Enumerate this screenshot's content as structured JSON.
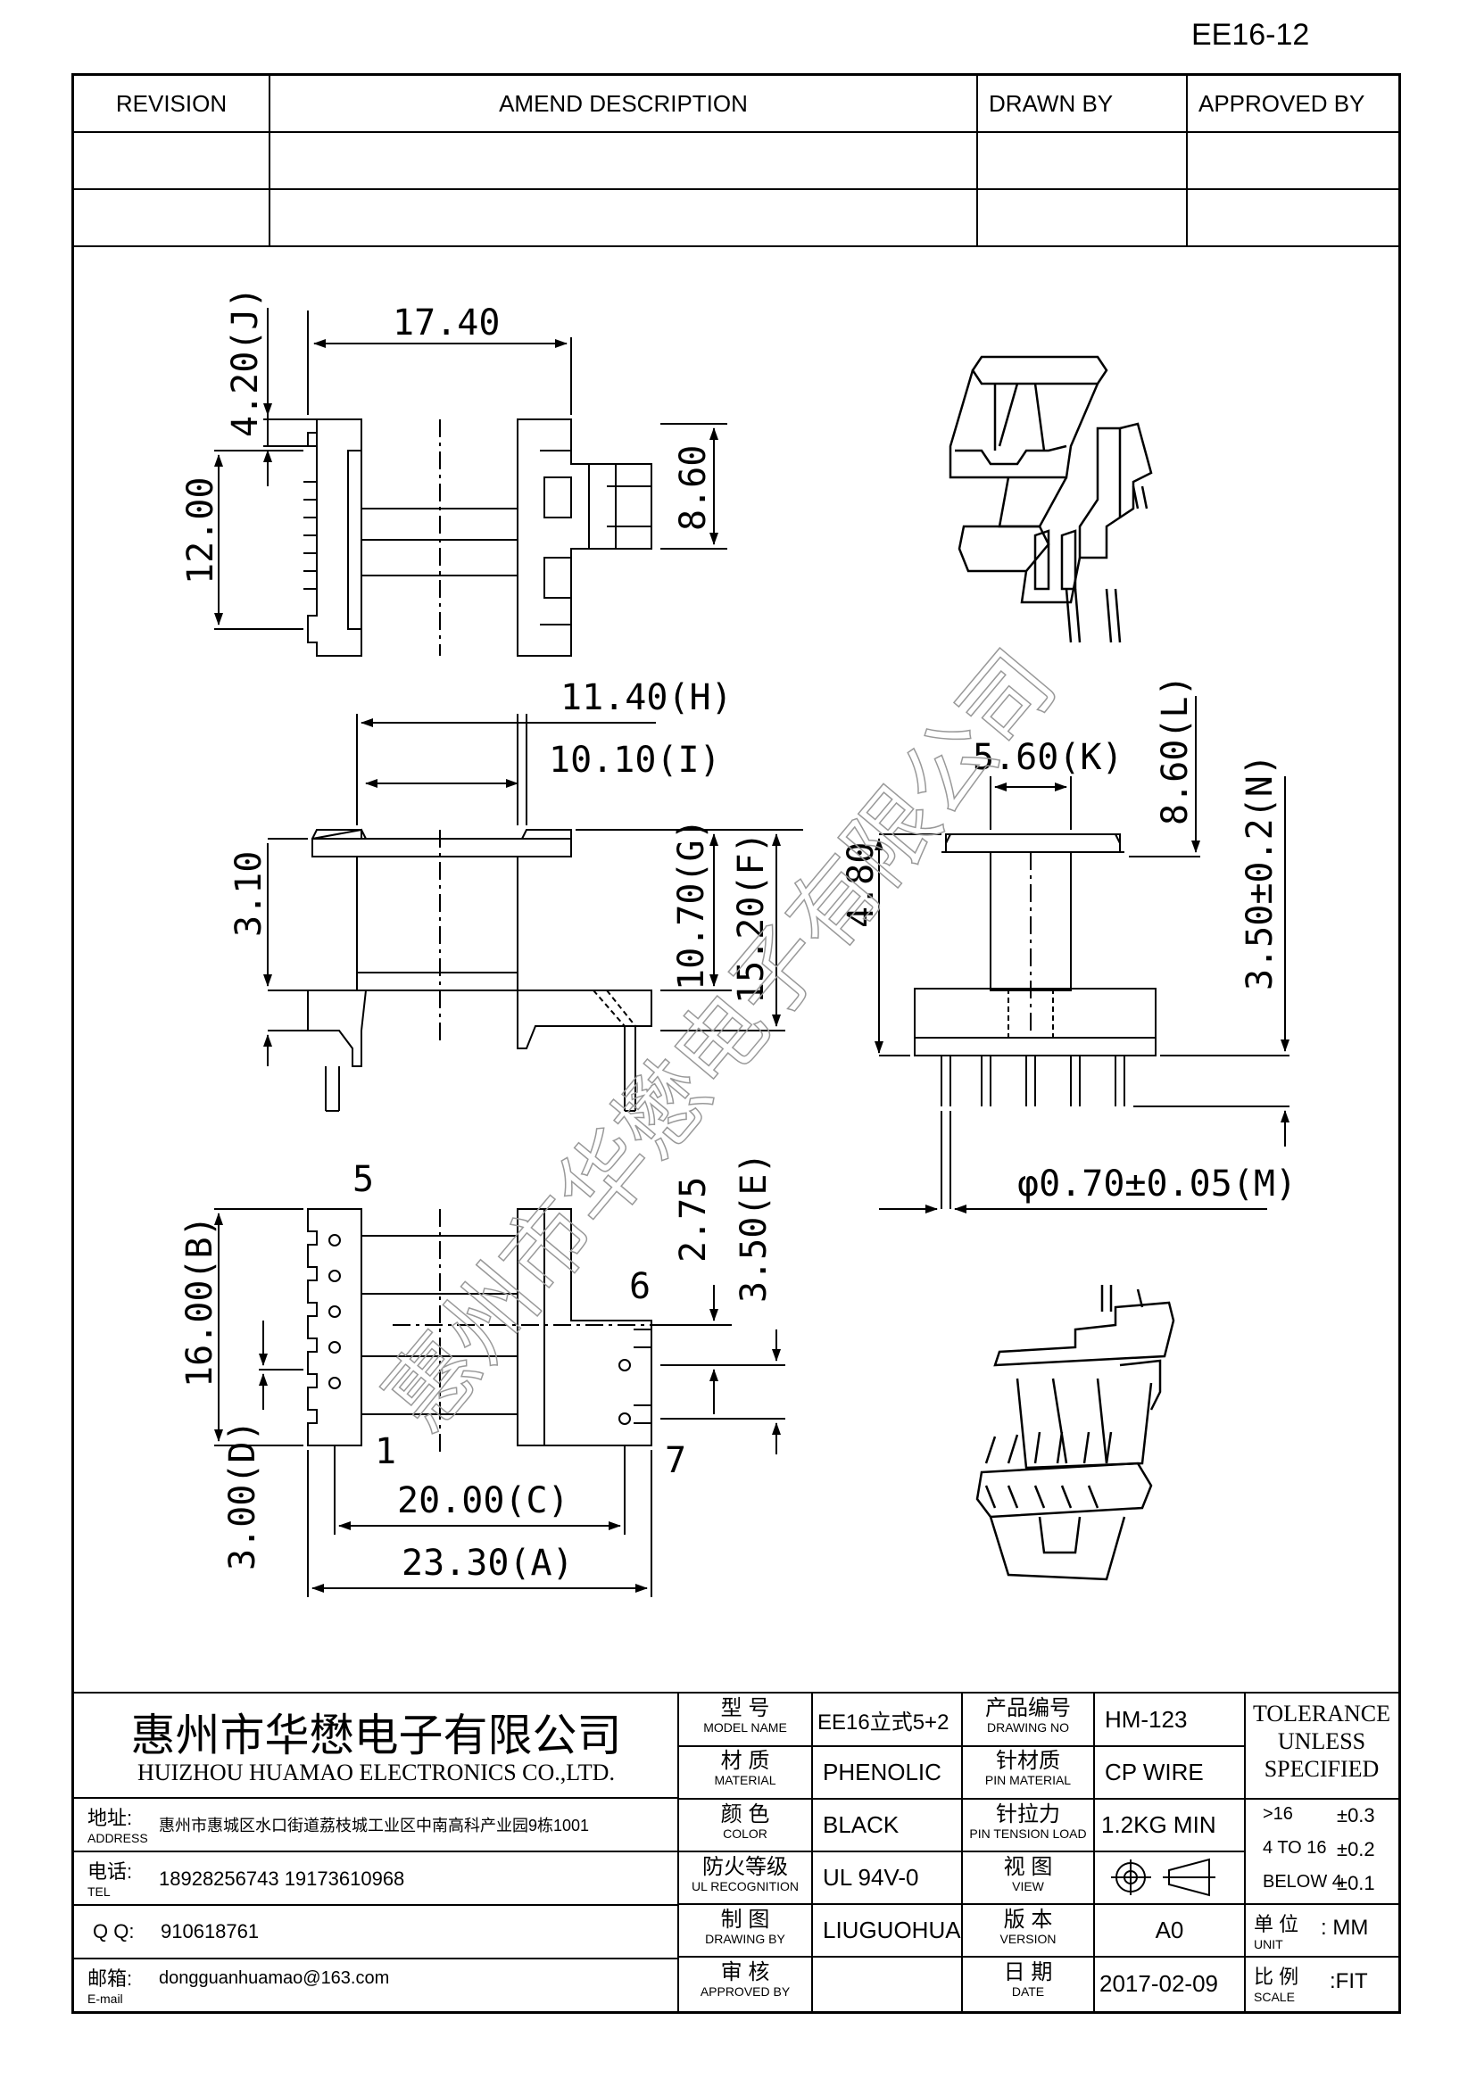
{
  "part_number": "EE16-12",
  "revision_table": {
    "headers": {
      "revision": "REVISION",
      "amend": "AMEND DESCRIPTION",
      "drawn": "DRAWN BY",
      "approved": "APPROVED BY"
    }
  },
  "dimensions": {
    "top_width": "17.40",
    "top_j": "4.20(J)",
    "top_height": "12.00",
    "top_right": "8.60",
    "side_h": "11.40(H)",
    "side_i": "10.10(I)",
    "side_left": "3.10",
    "side_g": "10.70(G)",
    "side_f": "15.20(F)",
    "end_k": "5.60(K)",
    "end_l": "8.60(L)",
    "end_height": "4.80",
    "end_n": "3.50±0.2(N)",
    "pin_dia": "φ0.70±0.05(M)",
    "bottom_b": "16.00(B)",
    "bottom_e": "3.50(E)",
    "bottom_gap": "2.75",
    "bottom_d": "3.00(D)",
    "bottom_c": "20.00(C)",
    "bottom_a": "23.30(A)",
    "pin5": "5",
    "pin1": "1",
    "pin6": "6",
    "pin7": "7"
  },
  "watermark": "惠州市华懋电子有限公司",
  "company": {
    "name_cn": "惠州市华懋电子有限公司",
    "name_en": "HUIZHOU HUAMAO ELECTRONICS CO.,LTD.",
    "address_label_cn": "地址:",
    "address_label_en": "ADDRESS",
    "address": "惠州市惠城区水口街道荔枝城工业区中南高科产业园9栋1001",
    "tel_label_cn": "电话:",
    "tel_label_en": "TEL",
    "tel": "18928256743  19173610968",
    "qq_label": "Q Q:",
    "qq": "910618761",
    "email_label_cn": "邮箱:",
    "email_label_en": "E-mail",
    "email": "dongguanhuamao@163.com"
  },
  "title_block": {
    "model_cn": "型 号",
    "model_en": "MODEL  NAME",
    "model": "EE16立式5+2",
    "material_cn": "材 质",
    "material_en": "MATERIAL",
    "material": "PHENOLIC",
    "color_cn": "颜 色",
    "color_en": "COLOR",
    "color": "BLACK",
    "ul_cn": "防火等级",
    "ul_en": "UL RECOGNITION",
    "ul": "UL 94V-0",
    "drawing_cn": "制 图",
    "drawing_en": "DRAWING  BY",
    "drawing": "LIUGUOHUA",
    "approved_cn": "审 核",
    "approved_en": "APPROVED BY",
    "approved": "",
    "drawno_cn": "产品编号",
    "drawno_en": "DRAWING  NO",
    "drawno": "HM-123",
    "pinmat_cn": "针材质",
    "pinmat_en": "PIN MATERIAL",
    "pinmat": "CP WIRE",
    "pintension_cn": "针拉力",
    "pintension_en": "PIN TENSION LOAD",
    "pintension": "1.2KG MIN",
    "view_cn": "视 图",
    "view_en": "VIEW",
    "version_cn": "版 本",
    "version_en": "VERSION",
    "version": "A0",
    "date_cn": "日 期",
    "date_en": "DATE",
    "date": "2017-02-09",
    "tolerance_title": [
      "TOLERANCE",
      "UNLESS",
      "SPECIFIED"
    ],
    "tol1_range": ">16",
    "tol1": "±0.3",
    "tol2_range": "4 TO 16",
    "tol2": "±0.2",
    "tol3_range": "BELOW 4",
    "tol3": "±0.1",
    "unit_cn": "单 位",
    "unit_en": "UNIT",
    "unit": ": MM",
    "scale_cn": "比 例",
    "scale_en": "SCALE",
    "scale": ":FIT"
  }
}
